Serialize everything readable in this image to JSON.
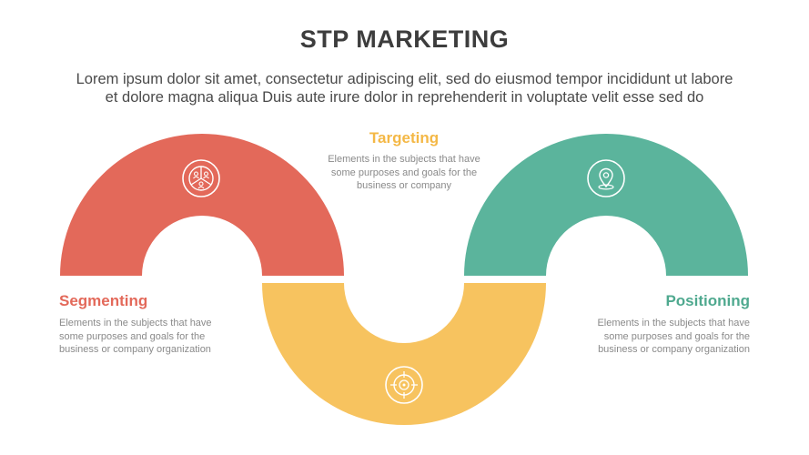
{
  "header": {
    "title": "STP MARKETING",
    "subtitle_line1": "Lorem ipsum dolor sit amet, consectetur adipiscing elit, sed do eiusmod tempor incididunt ut labore",
    "subtitle_line2": "et dolore magna aliqua Duis aute irure dolor in reprehenderit in voluptate velit esse sed do"
  },
  "colors": {
    "segmenting": "#e3695a",
    "targeting": "#f7c35f",
    "positioning": "#5bb49c"
  },
  "steps": {
    "segmenting": {
      "label": "Segmenting",
      "desc_line1": "Elements in the subjects that have",
      "desc_line2": "some purposes and goals for the",
      "desc_line3": "business or company organization",
      "icon": "people-segment-icon"
    },
    "targeting": {
      "label": "Targeting",
      "desc_line1": "Elements in the subjects that have",
      "desc_line2": "some purposes and goals for the",
      "desc_line3": "business or company",
      "icon": "target-icon"
    },
    "positioning": {
      "label": "Positioning",
      "desc_line1": "Elements in the subjects that have",
      "desc_line2": "some purposes and goals for the",
      "desc_line3": "business or company organization",
      "icon": "map-pin-icon"
    }
  }
}
